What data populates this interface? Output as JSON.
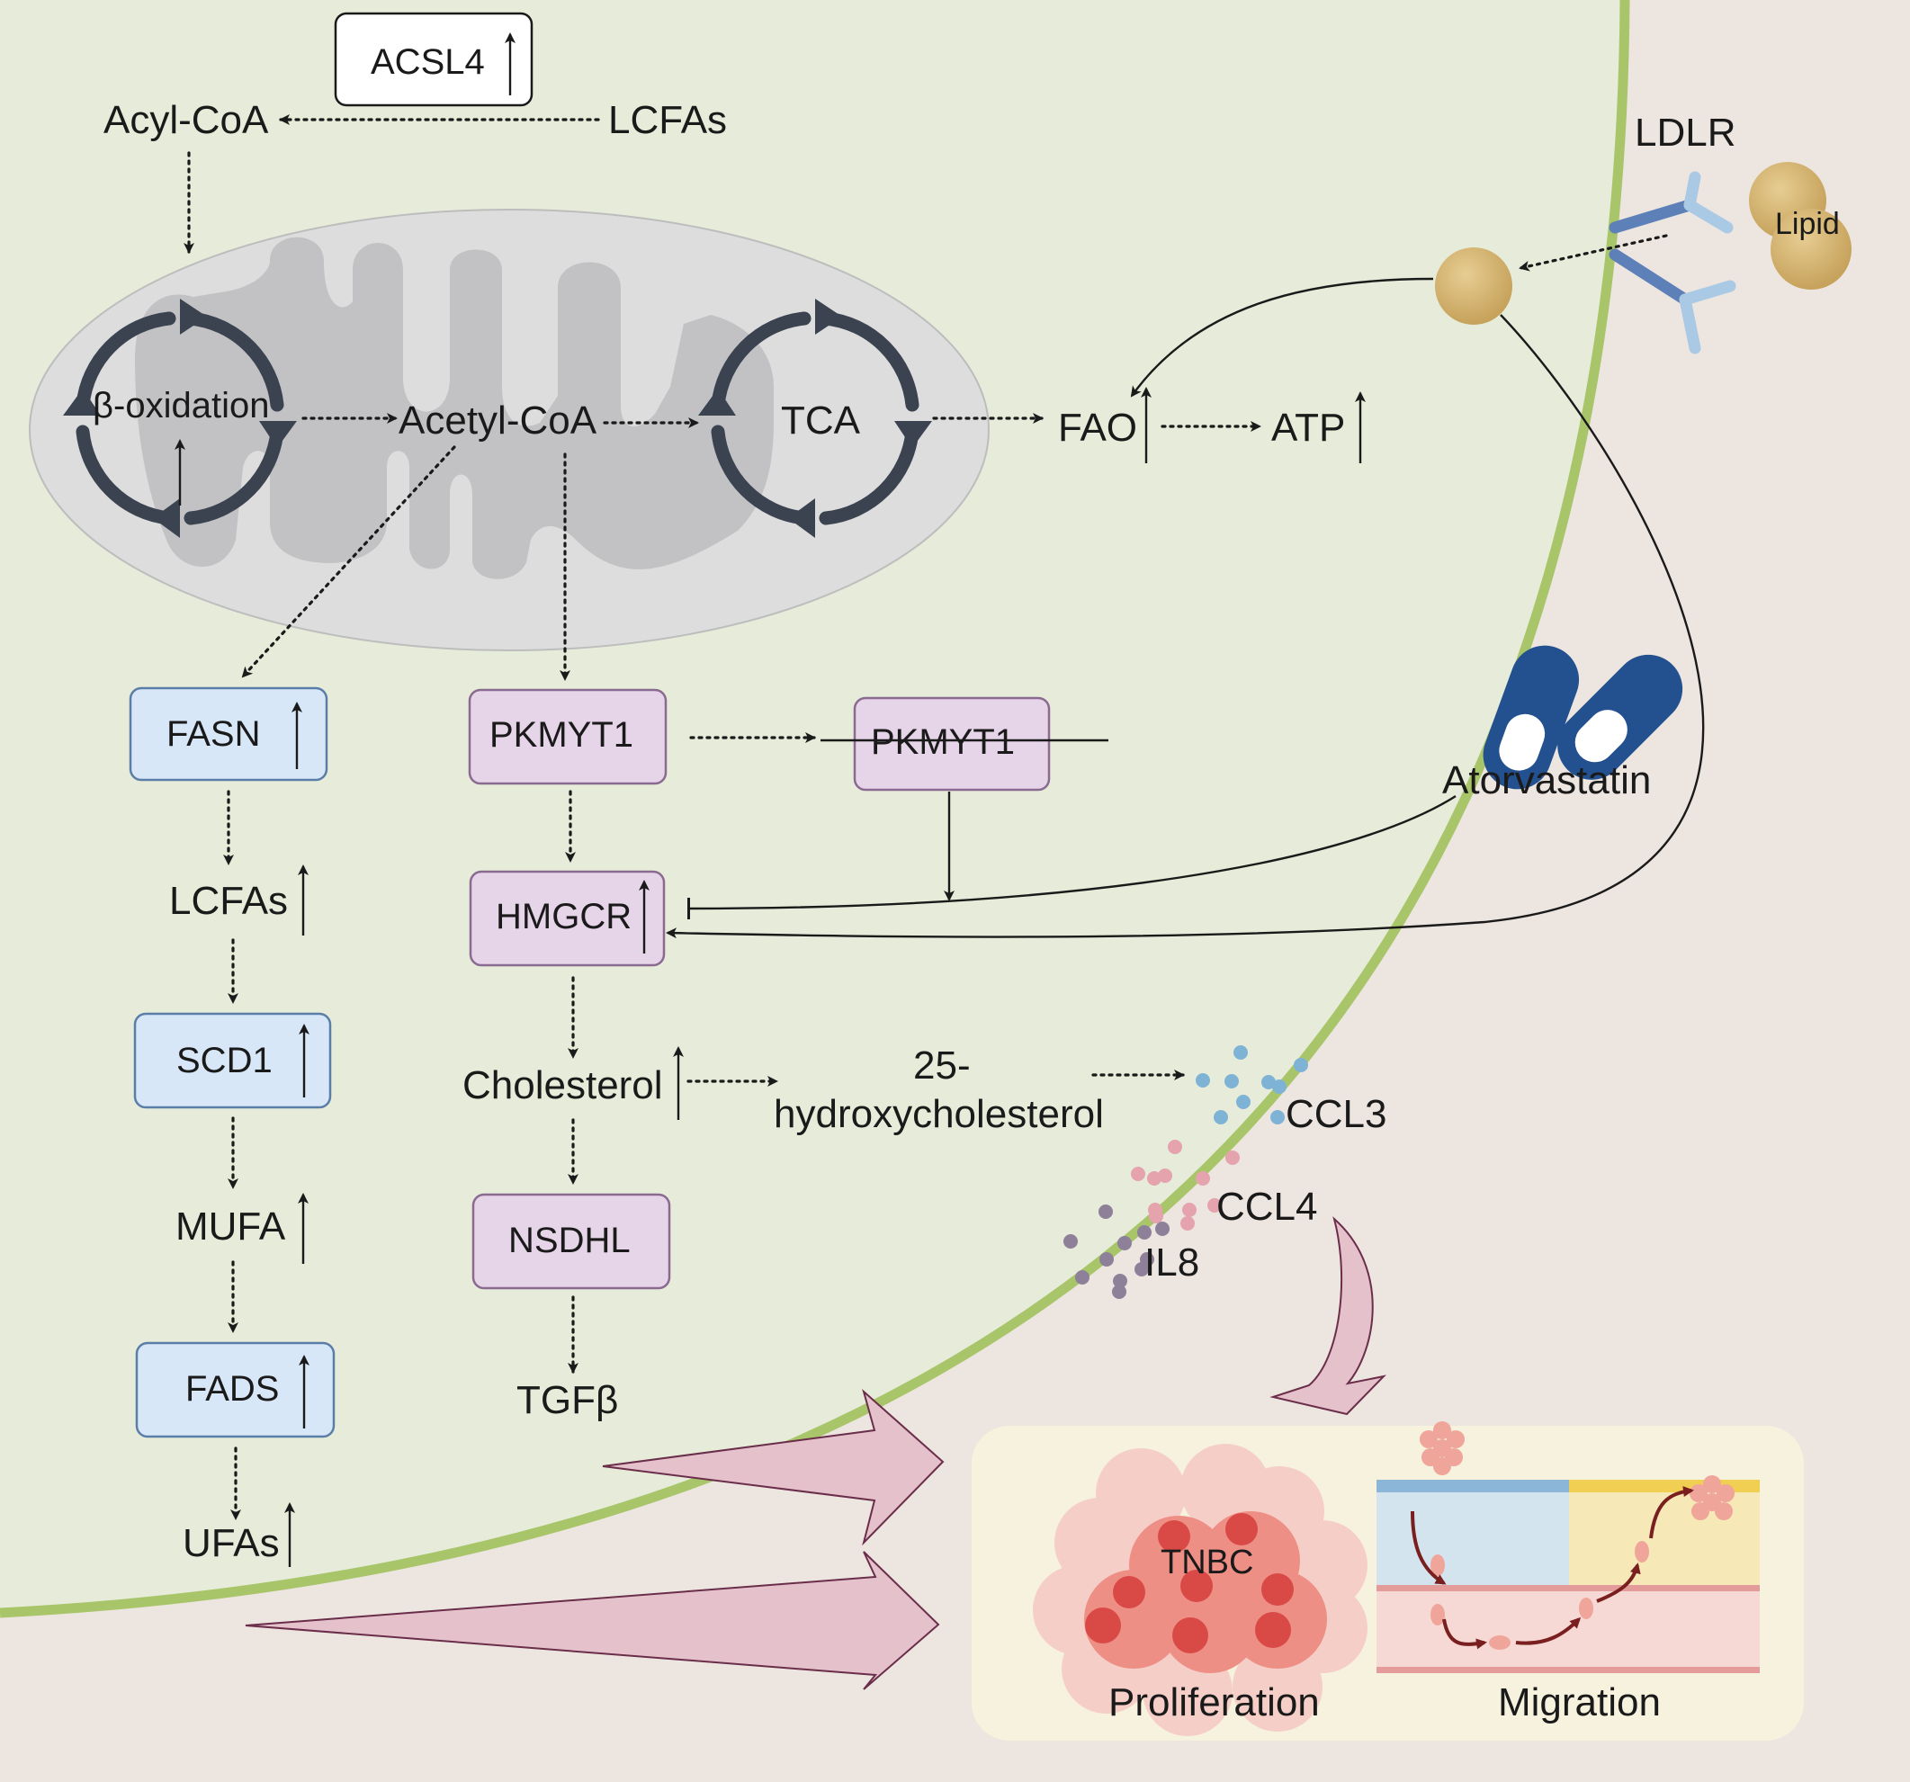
{
  "labels": {
    "acsl4": "ACSL4",
    "acyl_coa": "Acyl-CoA",
    "lcfas_top": "LCFAs",
    "ldlr": "LDLR",
    "lipid": "Lipid",
    "beta_oxidation": "β-oxidation",
    "acetyl_coa": "Acetyl-CoA",
    "tca": "TCA",
    "fao": "FAO",
    "atp": "ATP",
    "fasn": "FASN",
    "pkmyt1": "PKMYT1",
    "pkmyt1_inhibited": "PKMYT1",
    "atorvastatin": "Atorvastatin",
    "lcfas_mid": "LCFAs",
    "hmgcr": "HMGCR",
    "scd1": "SCD1",
    "cholesterol": "Cholesterol",
    "hydroxy_line1": "25-",
    "hydroxy_line2": "hydroxycholesterol",
    "ccl3": "CCL3",
    "ccl4": "CCL4",
    "il8": "IL8",
    "mufa": "MUFA",
    "nsdhl": "NSDHL",
    "fads": "FADS",
    "tgfb": "TGFβ",
    "ufas": "UFAs",
    "tnbc": "TNBC",
    "proliferation": "Proliferation",
    "migration": "Migration"
  },
  "colors": {
    "cell_interior": "#e6ecd9",
    "extracellular": "#ede5e0",
    "membrane": "#a8c56a",
    "mito_outer": "#dddddd",
    "mito_cristae": "#c2c2c4",
    "cycle_arrow": "#3b4350",
    "blue_box": "#d8e7f7",
    "blue_box_border": "#5a7ea8",
    "purple_box": "#e6d4e8",
    "purple_box_border": "#8a6a90",
    "pill": "#23508f",
    "big_arrow_fill": "#e4c1cb",
    "big_arrow_stroke": "#6b2e4a",
    "outcome_panel": "#f6f2dd",
    "ccl3_dots": "#7fb3d6",
    "ccl4_dots": "#e4a3ad",
    "il8_dots": "#8e8099"
  },
  "icons": [
    "up-arrow-icon",
    "pill-icon",
    "lipid-particle-icon",
    "ldlr-receptor-icon",
    "cycle-arrow-icon",
    "tumor-cells-icon",
    "vessel-icon"
  ]
}
